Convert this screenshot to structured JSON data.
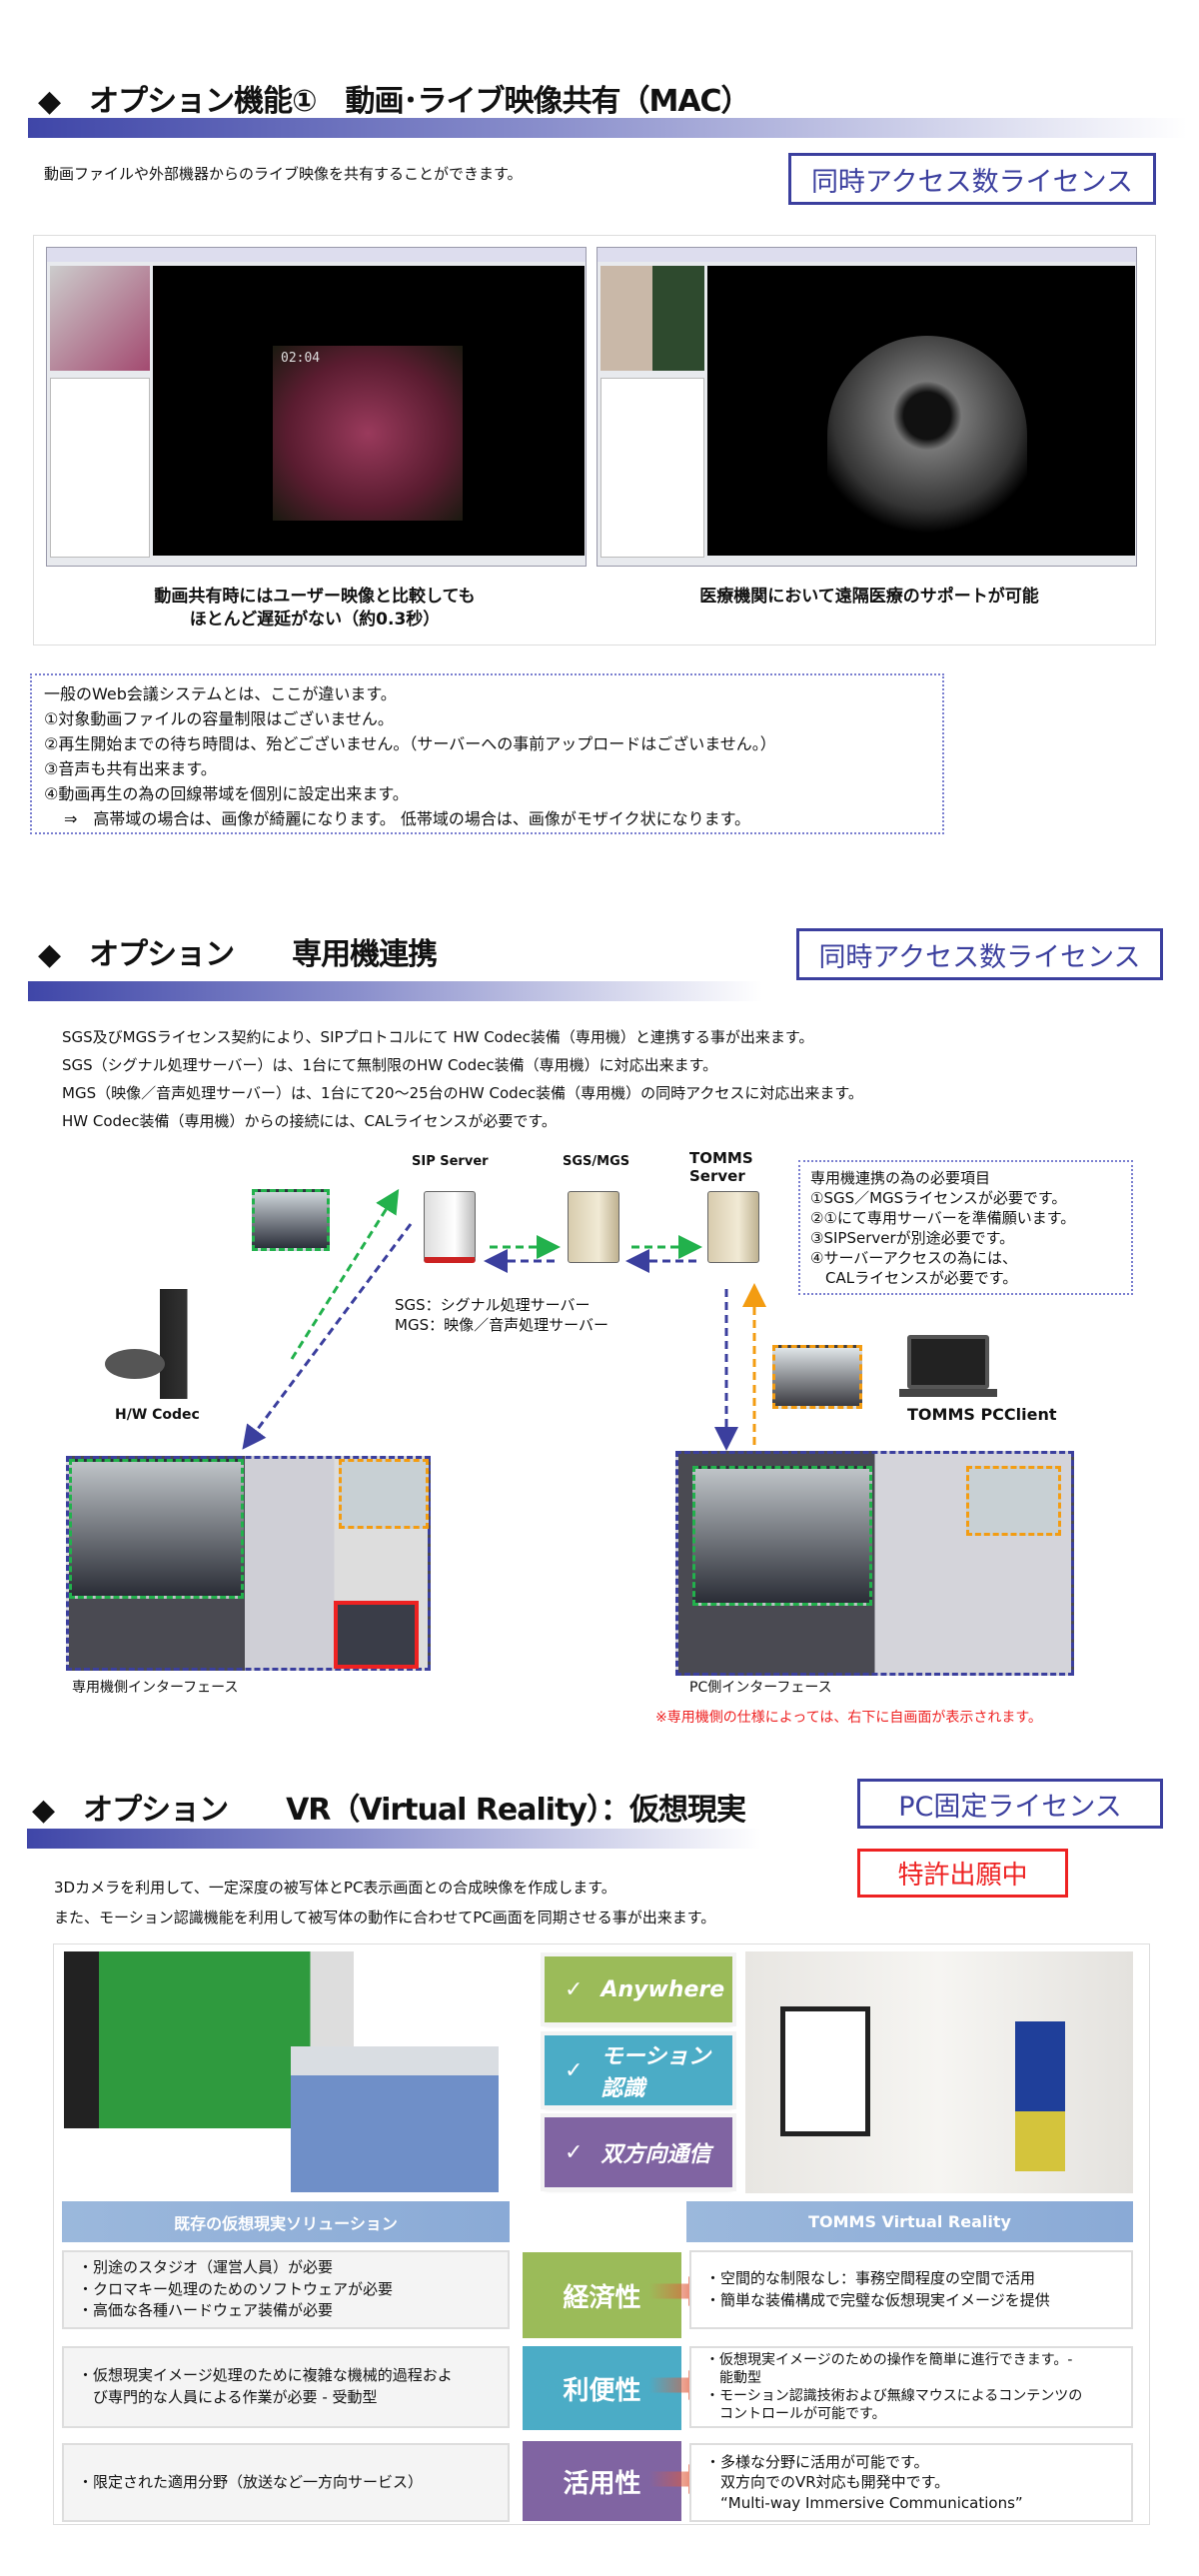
{
  "section1": {
    "title": "◆　オプション機能①　動画･ライブ映像共有（MAC）",
    "subtitle": "動画ファイルや外部機器からのライブ映像を共有することができます。",
    "license": "同時アクセス数ライセンス",
    "caption_left": [
      "動画共有時にはユーザー映像と比較しても",
      "ほとんど遅延がない（約0.3秒）"
    ],
    "caption_right": "医療機関において遠隔医療のサポートが可能",
    "video_time": "02:04",
    "notes": [
      "一般のWeb会議システムとは、ここが違います。",
      "①対象動画ファイルの容量制限はございません。",
      "②再生開始までの待ち時間は、殆どございません。（サーバーへの事前アップロードはございません。）",
      "③音声も共有出来ます。",
      "④動画再生の為の回線帯域を個別に設定出来ます。",
      "⇒　高帯域の場合は、画像が綺麗になります。 低帯域の場合は、画像がモザイク状になります。"
    ]
  },
  "section2": {
    "title": "◆　オプション　　専用機連携",
    "license": "同時アクセス数ライセンス",
    "lines": [
      "SGS及びMGSライセンス契約により、SIPプロトコルにて HW Codec装備（専用機）と連携する事が出来ます。",
      "SGS（シグナル処理サーバー）は、1台にて無制限のHW Codec装備（専用機）に対応出来ます。",
      "MGS（映像／音声処理サーバー）は、1台にて20～25台のHW Codec装備（専用機）の同時アクセスに対応出来ます。",
      "HW Codec装備（専用機）からの接続には、CALライセンスが必要です。"
    ],
    "sip_server": "SIP Server",
    "sgs_mgs": "SGS/MGS",
    "tomms_server": [
      "TOMMS",
      "Server"
    ],
    "legend": [
      "SGS：シグナル処理サーバー",
      "MGS：映像／音声処理サーバー"
    ],
    "hw_codec": "H/W Codec",
    "pc_client": "TOMMS  PCClient",
    "requirements": [
      "専用機連携の為の必要項目",
      "①SGS／MGSライセンスが必要です。",
      "②①にて専用サーバーを準備願います。",
      "③SIPServerが別途必要です。",
      "④サーバーアクセスの為には、",
      "　CALライセンスが必要です。"
    ],
    "left_interface": "専用機側インターフェース",
    "right_interface": "PC側インターフェース",
    "note": "※専用機側の仕様によっては、右下に自画面が表示されます。"
  },
  "section3": {
    "title": "◆　オプション　　VR（Virtual Reality）：仮想現実",
    "license": "PC固定ライセンス",
    "patent": "特許出願中",
    "lines": [
      "3Dカメラを利用して、一定深度の被写体とPC表示画面との合成映像を作成します。",
      "また、モーション認識機能を利用して被写体の動作に合わせてPC画面を同期させる事が出来ます。"
    ],
    "features": [
      {
        "label": "Anywhere",
        "color": "#9bbb59"
      },
      {
        "label": "モーション認識",
        "color": "#4bacc6"
      },
      {
        "label": "双方向通信",
        "color": "#8064a2"
      }
    ],
    "check": "✓",
    "left_header": "既存の仮想現実ソリューション",
    "right_header": "TOMMS Virtual Reality",
    "rows": [
      {
        "label": "経済性",
        "color": "#9bbb59",
        "left": [
          "・別途のスタジオ（運営人員）が必要",
          "・クロマキー処理のためのソフトウェアが必要",
          "・高価な各種ハードウェア装備が必要"
        ],
        "right": [
          "・空間的な制限なし：事務空間程度の空間で活用",
          "・簡単な装備構成で完璧な仮想現実イメージを提供"
        ]
      },
      {
        "label": "利便性",
        "color": "#4bacc6",
        "left": [
          "・仮想現実イメージ処理のために複雑な機械的過程およ",
          "　び専門的な人員による作業が必要 - 受動型"
        ],
        "right": [
          "・仮想現実イメージのための操作を簡単に進行できます。-",
          "　能動型",
          "・モーション認識技術および無線マウスによるコンテンツの",
          "　コントロールが可能です。"
        ]
      },
      {
        "label": "活用性",
        "color": "#8064a2",
        "left": [
          "・限定された適用分野（放送など一方向サービス）"
        ],
        "right": [
          "・多様な分野に活用が可能です。",
          "　双方向でのVR対応も開発中です。",
          "　“Multi-way Immersive Communications”"
        ]
      }
    ]
  }
}
